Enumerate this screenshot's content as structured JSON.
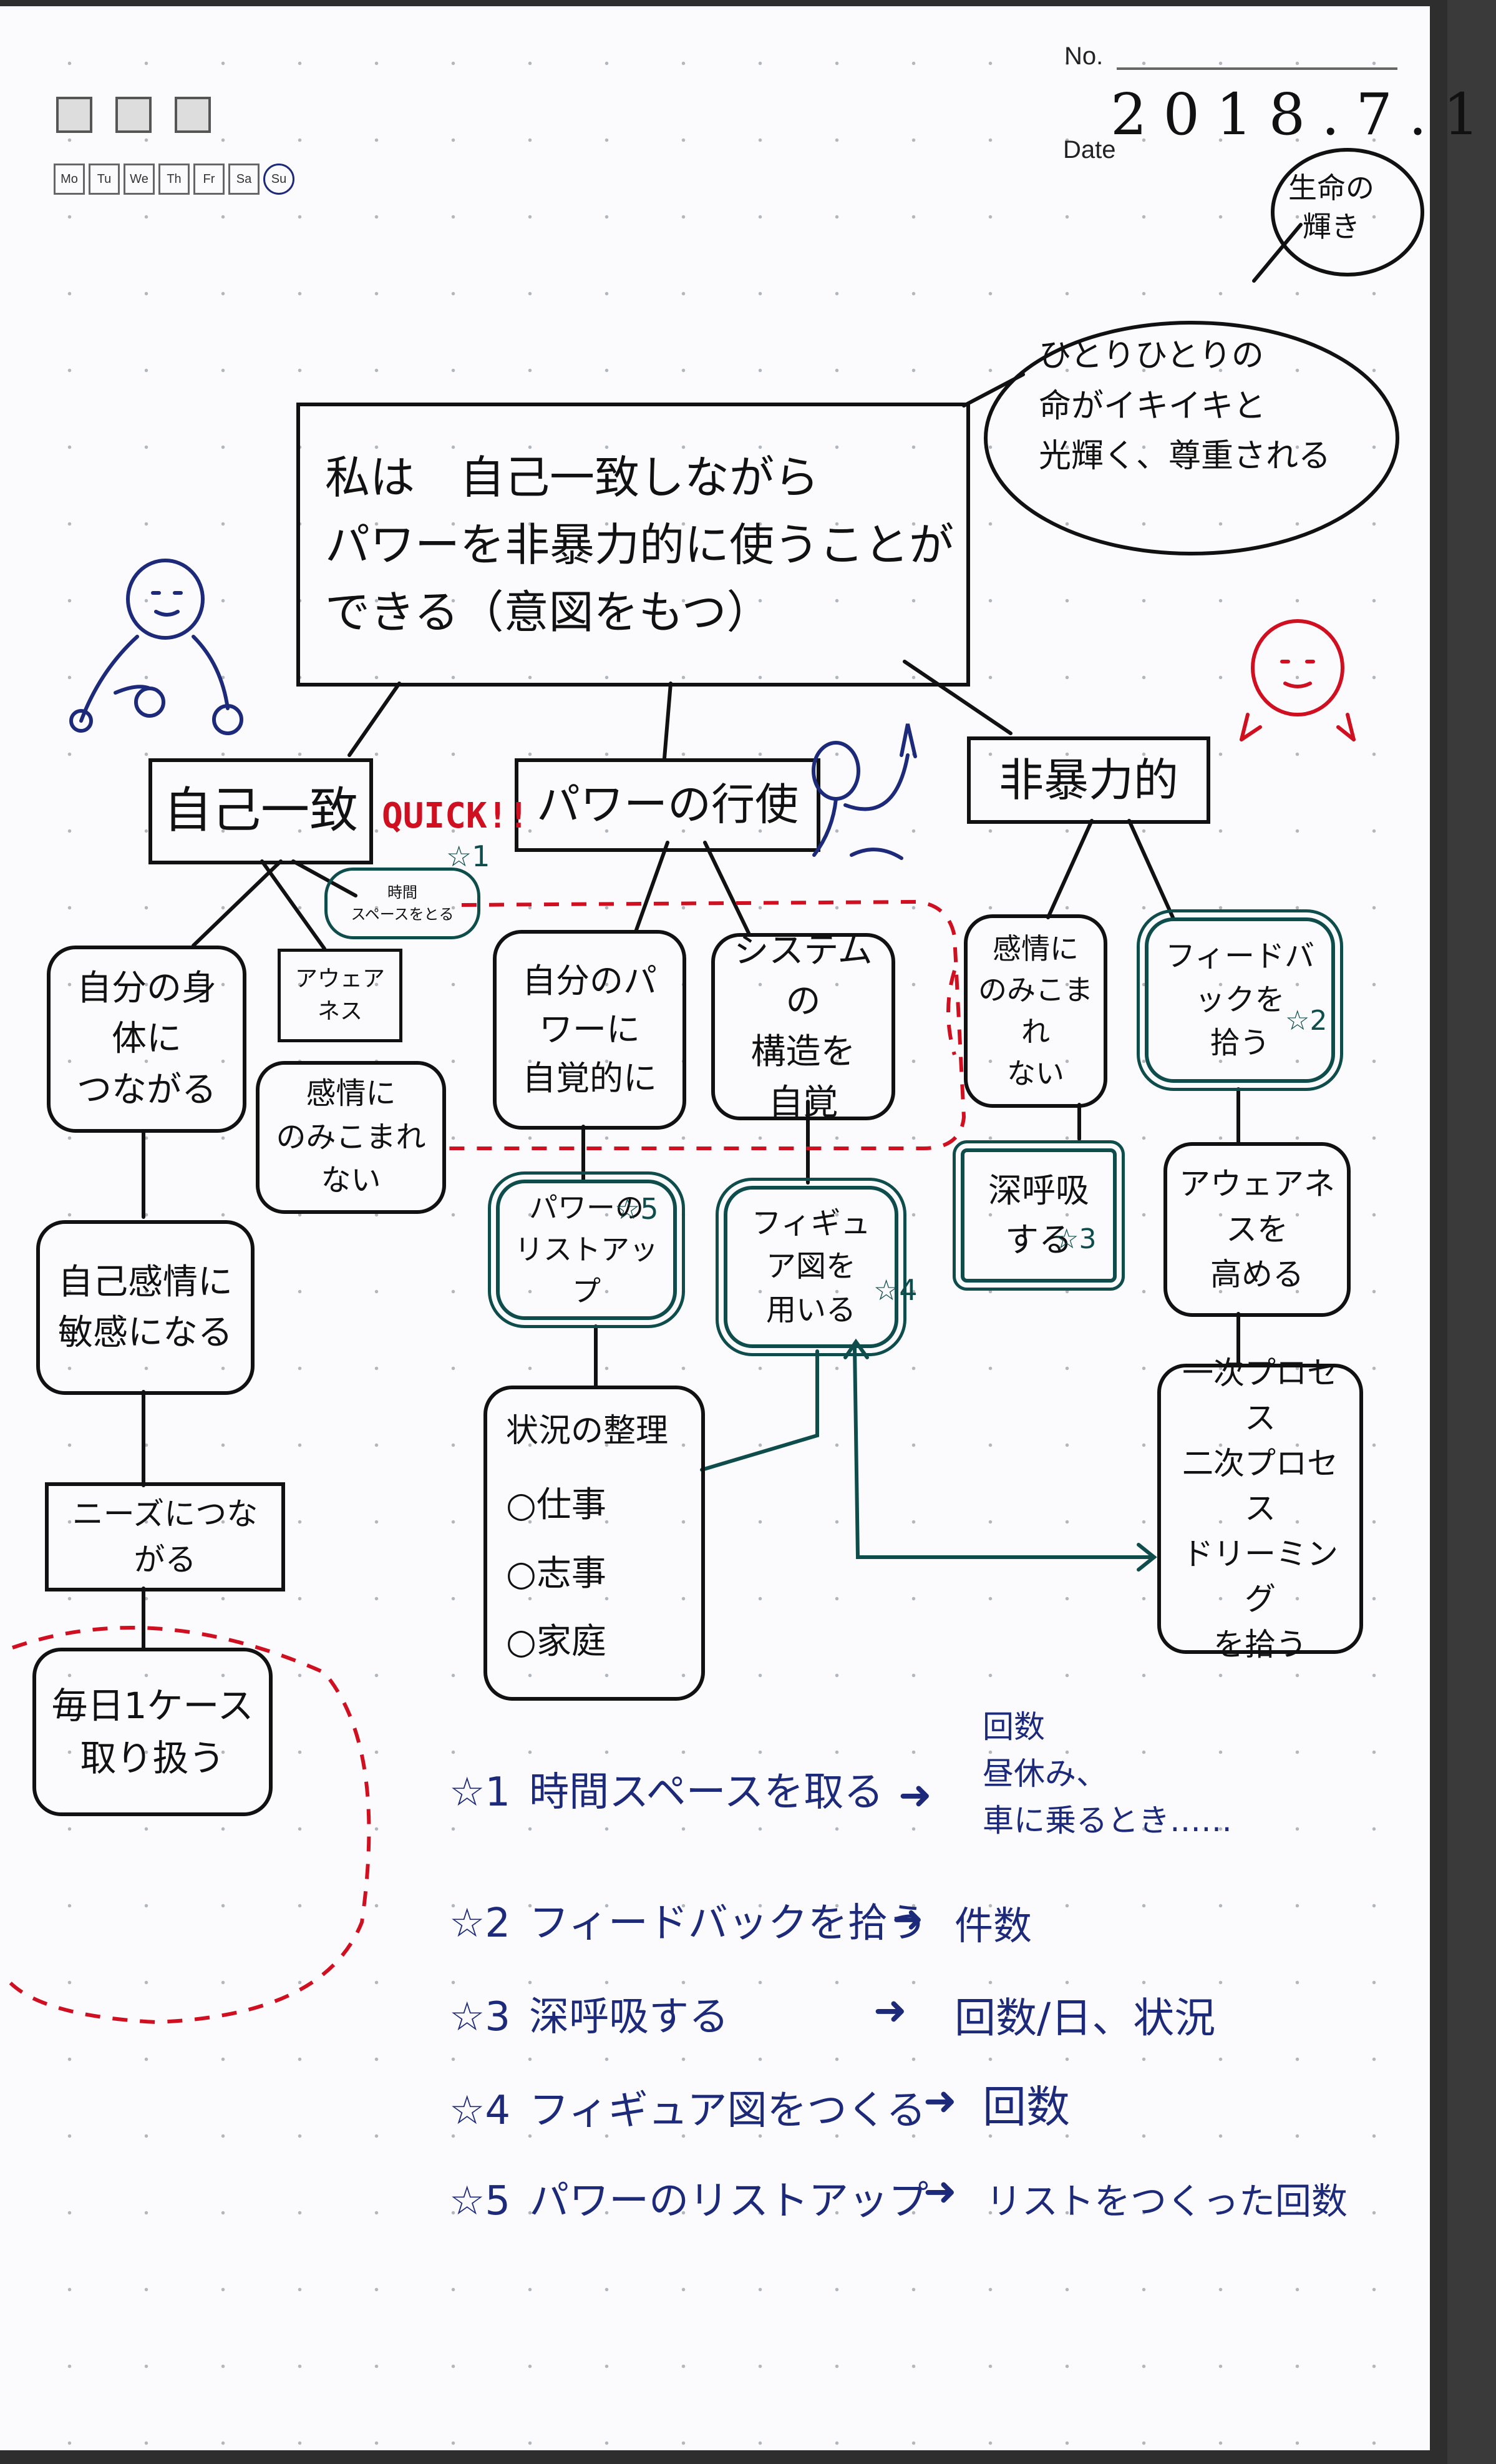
{
  "header": {
    "no_label": "No.",
    "date_label": "Date",
    "date_value": "2018.7.1",
    "weekdays": [
      "Mo",
      "Tu",
      "We",
      "Th",
      "Fr",
      "Sa",
      "Su"
    ],
    "circled_day": "Su"
  },
  "bubble": {
    "small": "生命の\n輝き",
    "large": "ひとりひとりの\n命がイキイキと\n光輝く、尊重される"
  },
  "main_box": "私は　自己一致しながら\nパワーを非暴力的に使うことが\nできる（意図をもつ）",
  "categories": {
    "self": "自己一致",
    "power": "パワーの行使",
    "nonviolent": "非暴力的"
  },
  "quick": {
    "label": "QUICK!!",
    "time_space": "時間\nスペースをとる",
    "mark": "☆1"
  },
  "self_branch": {
    "body": "自分の身体に\nつながる",
    "awareness": "アウェアネス",
    "emotion_noswallow": "感情に\nのみこまれない",
    "feel": "自己感情に\n敏感になる",
    "needs": "ニーズにつながる",
    "daily": "毎日1ケース\n取り扱う"
  },
  "power_branch": {
    "conscious": "自分のパワーに\n自覚的に",
    "system": "システムの\n構造を\n自覚",
    "listup": "パワーの\nリストアップ",
    "listup_mark": "☆5",
    "figure": "フィギュア図を\n用いる",
    "figure_mark": "☆4",
    "situation_title": "状況の整理",
    "situation_items": [
      "○仕事",
      "○志事",
      "○家庭"
    ]
  },
  "nv_branch": {
    "emotion": "感情に\nのみこまれ\nない",
    "feedback": "フィードバックを\n拾う",
    "feedback_mark": "☆2",
    "breath": "深呼吸\nする",
    "breath_mark": "☆3",
    "awareness_up": "アウェアネスを\n高める",
    "process": "一次プロセス\n二次プロセス\nドリーミング\nを拾う"
  },
  "legend": [
    {
      "mark": "☆1",
      "text": "時間スペースを取る",
      "measure": "回数\n昼休み、\n車に乗るとき……"
    },
    {
      "mark": "☆2",
      "text": "フィードバックを拾う",
      "measure": "件数"
    },
    {
      "mark": "☆3",
      "text": "深呼吸する",
      "measure": "回数/日、状況"
    },
    {
      "mark": "☆4",
      "text": "フィギュア図をつくる",
      "measure": "回数"
    },
    {
      "mark": "☆5",
      "text": "パワーのリストアップ",
      "measure": "リストをつくった回数"
    }
  ],
  "colors": {
    "ink": "#111111",
    "blue_ink": "#1d2a7a",
    "red_ink": "#d01020",
    "teal_ink": "#0f4d4d",
    "paper": "#fbfbfd"
  }
}
